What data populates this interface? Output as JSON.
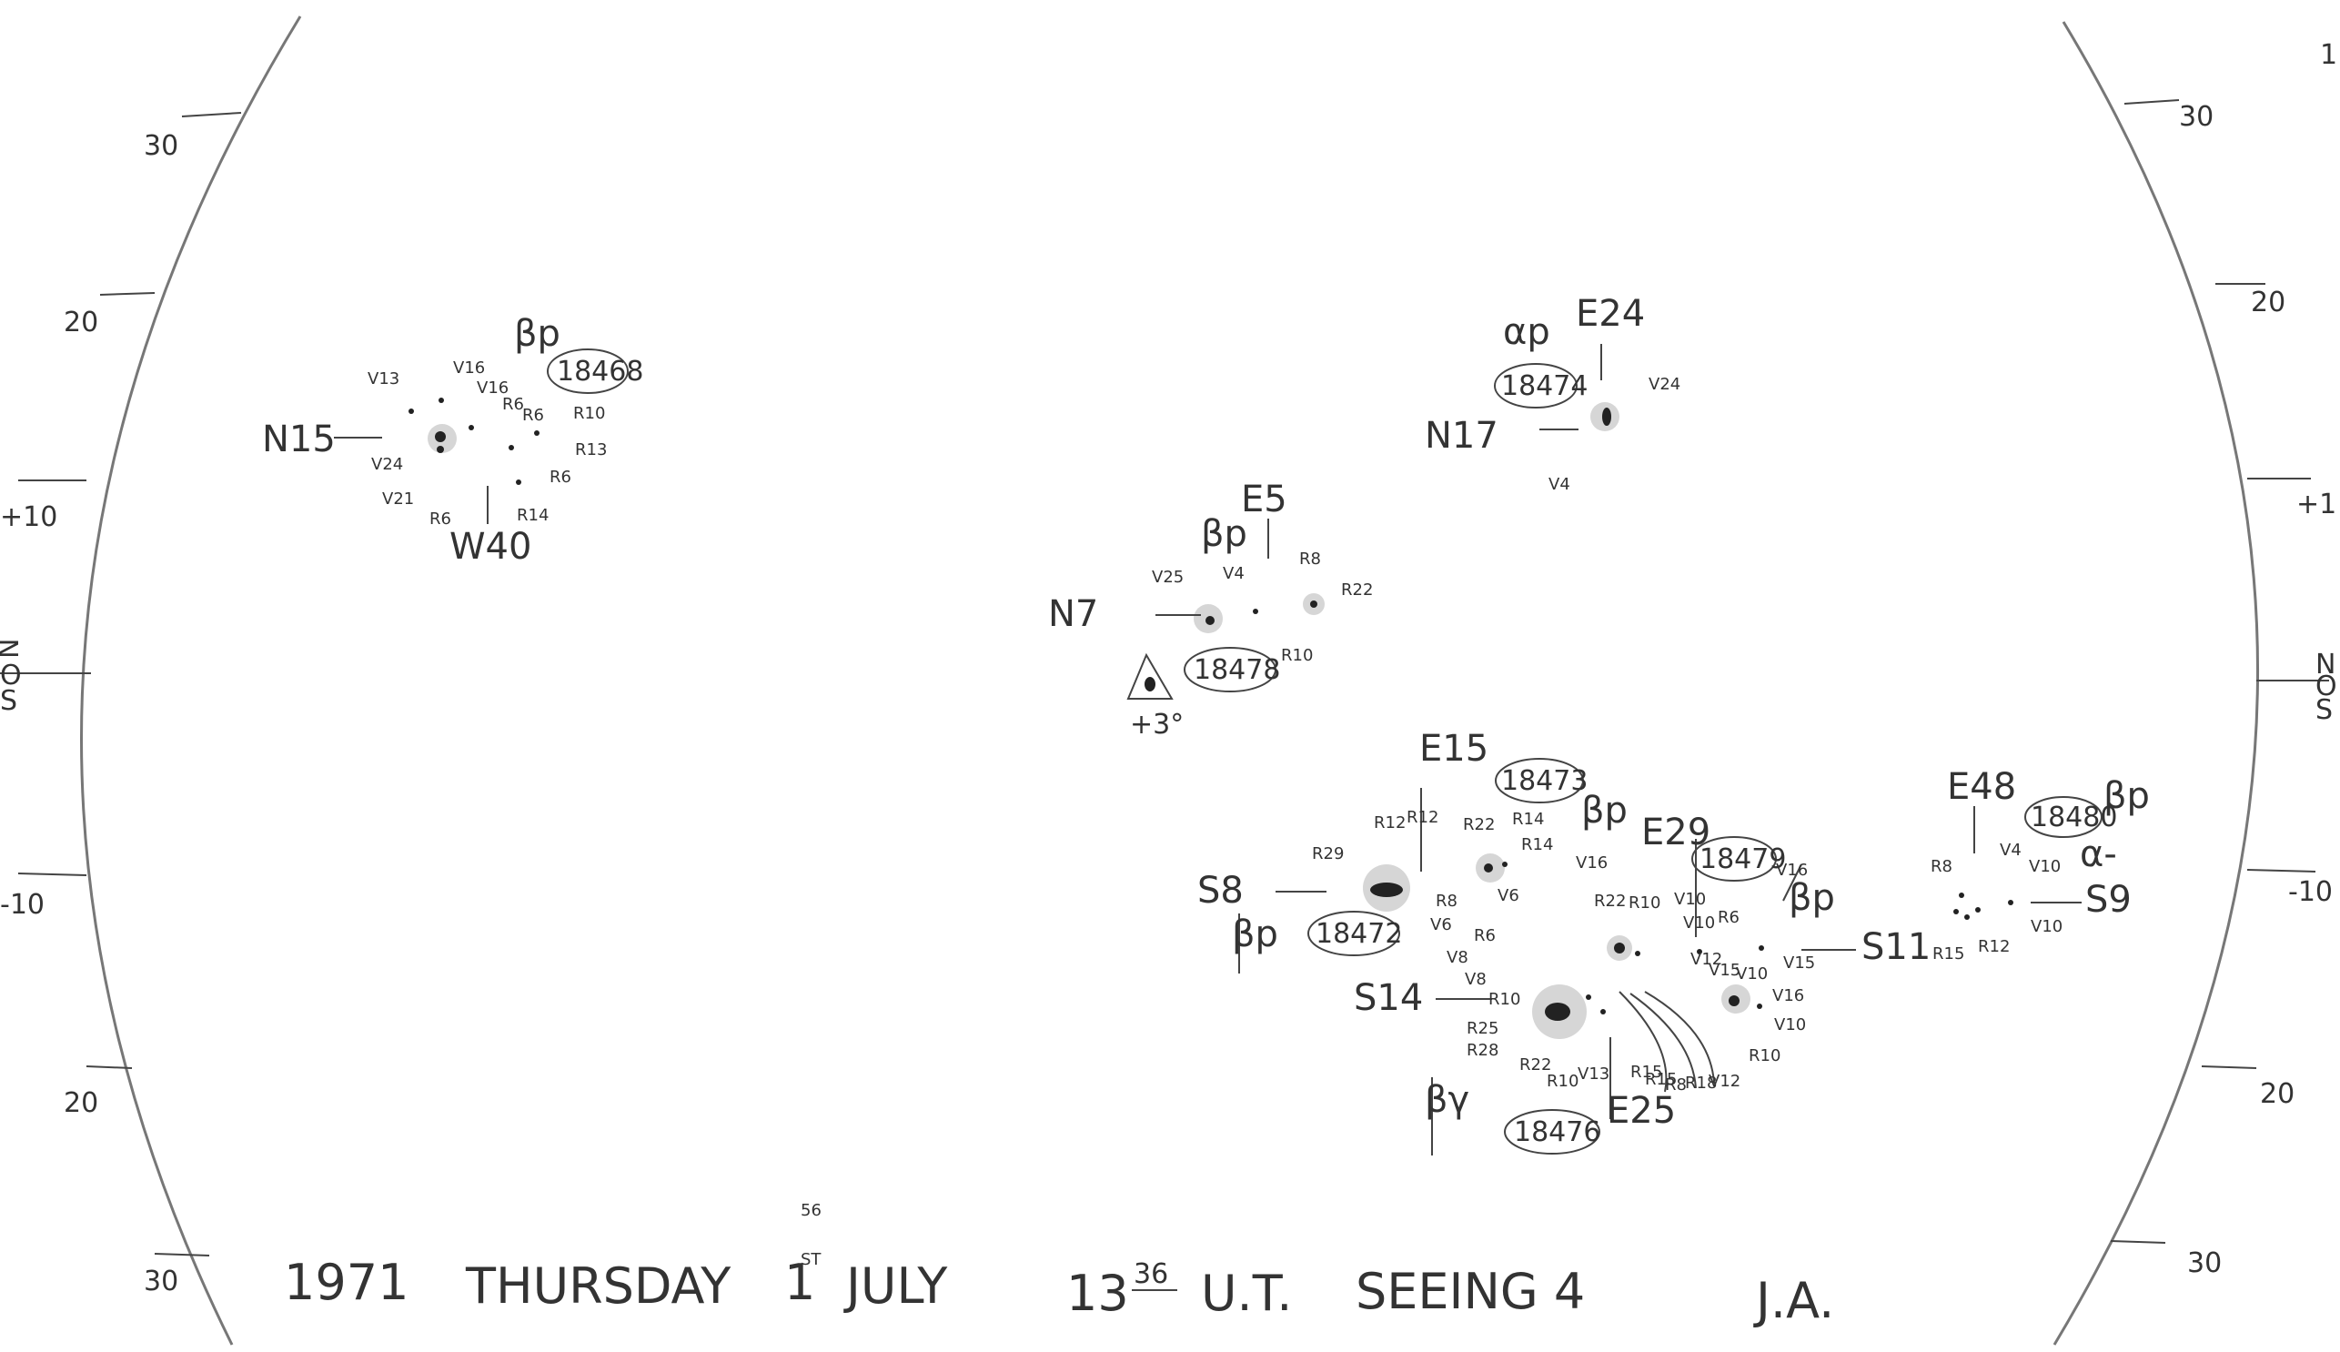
{
  "limb_scale": {
    "left": [
      "30",
      "20",
      "+10",
      "N",
      "O",
      "S",
      "-10",
      "20",
      "30"
    ],
    "right": [
      "30",
      "20",
      "+1",
      "N",
      "O",
      "S",
      "-10",
      "20",
      "30"
    ]
  },
  "regions": {
    "r18468": {
      "number": "18468",
      "class": "βp",
      "lat": "N15",
      "lon": "W40",
      "labels": [
        "V13",
        "V16",
        "V16",
        "R6",
        "R6",
        "R10",
        "R13",
        "R6",
        "R14",
        "R6",
        "V21",
        "V24"
      ]
    },
    "r18474": {
      "number": "18474",
      "class": "αp",
      "lat": "N17",
      "lon": "E24",
      "labels": [
        "V24",
        "V4"
      ]
    },
    "r18478": {
      "number": "18478",
      "class": "βp",
      "lat": "N7",
      "lon": "E5",
      "labels": [
        "V25",
        "V4",
        "R8",
        "R22",
        "R10"
      ],
      "flare_note": "+3°"
    },
    "r18473": {
      "number": "18473",
      "class": "βp",
      "lon": "E15",
      "labels": [
        "R22",
        "R14",
        "R14",
        "R12",
        "R12",
        "V16",
        "R22",
        "R10"
      ]
    },
    "r18472": {
      "number": "18472",
      "class": "βp",
      "lat": "S8",
      "labels": [
        "R29",
        "R8",
        "V6",
        "V8",
        "R6",
        "V6",
        "V8"
      ]
    },
    "r18479": {
      "number": "18479",
      "class": "βp",
      "lon": "E29",
      "lat": "S11",
      "labels": [
        "V10",
        "V10",
        "R6",
        "V16",
        "V15",
        "V12",
        "V15",
        "V10",
        "V16",
        "V10",
        "R10"
      ]
    },
    "r18476": {
      "number": "18476",
      "class": "βγ",
      "lon": "E25",
      "lat": "S14",
      "labels": [
        "R10",
        "R25",
        "R28",
        "R22",
        "R10",
        "V13",
        "R15",
        "R15",
        "R8",
        "R18",
        "V12"
      ]
    },
    "r18480": {
      "number": "18480",
      "class": "βp",
      "lon": "E48",
      "lat": "S9",
      "note": "α-",
      "labels": [
        "R8",
        "V4",
        "V10",
        "V10",
        "R15",
        "R12"
      ]
    }
  },
  "caption": {
    "year": "1971",
    "weekday": "THURSDAY",
    "day": "1",
    "day_suffix": "ST",
    "day_superscript": "56",
    "month": "JULY",
    "hour": "13",
    "minutes": "36",
    "time_unit": "U.T.",
    "seeing": "SEEING 4",
    "observer": "J.A."
  }
}
